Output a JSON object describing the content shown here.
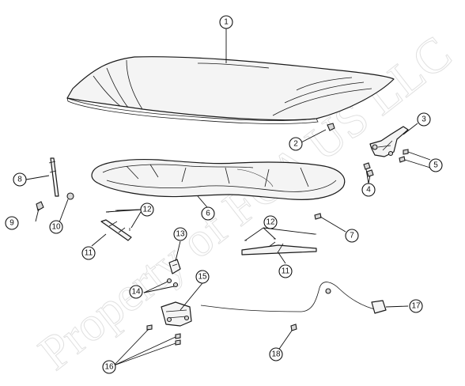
{
  "watermark": "Property of FCA US LLC",
  "callouts": [
    {
      "id": "c1",
      "label": "1"
    },
    {
      "id": "c2",
      "label": "2"
    },
    {
      "id": "c3",
      "label": "3"
    },
    {
      "id": "c4",
      "label": "4"
    },
    {
      "id": "c5",
      "label": "5"
    },
    {
      "id": "c6",
      "label": "6"
    },
    {
      "id": "c7",
      "label": "7"
    },
    {
      "id": "c8",
      "label": "8"
    },
    {
      "id": "c9",
      "label": "9"
    },
    {
      "id": "c10",
      "label": "10"
    },
    {
      "id": "c11a",
      "label": "11"
    },
    {
      "id": "c11b",
      "label": "11"
    },
    {
      "id": "c12a",
      "label": "12"
    },
    {
      "id": "c12b",
      "label": "12"
    },
    {
      "id": "c13",
      "label": "13"
    },
    {
      "id": "c14",
      "label": "14"
    },
    {
      "id": "c15",
      "label": "15"
    },
    {
      "id": "c16",
      "label": "16"
    },
    {
      "id": "c17",
      "label": "17"
    },
    {
      "id": "c18",
      "label": "18"
    }
  ]
}
